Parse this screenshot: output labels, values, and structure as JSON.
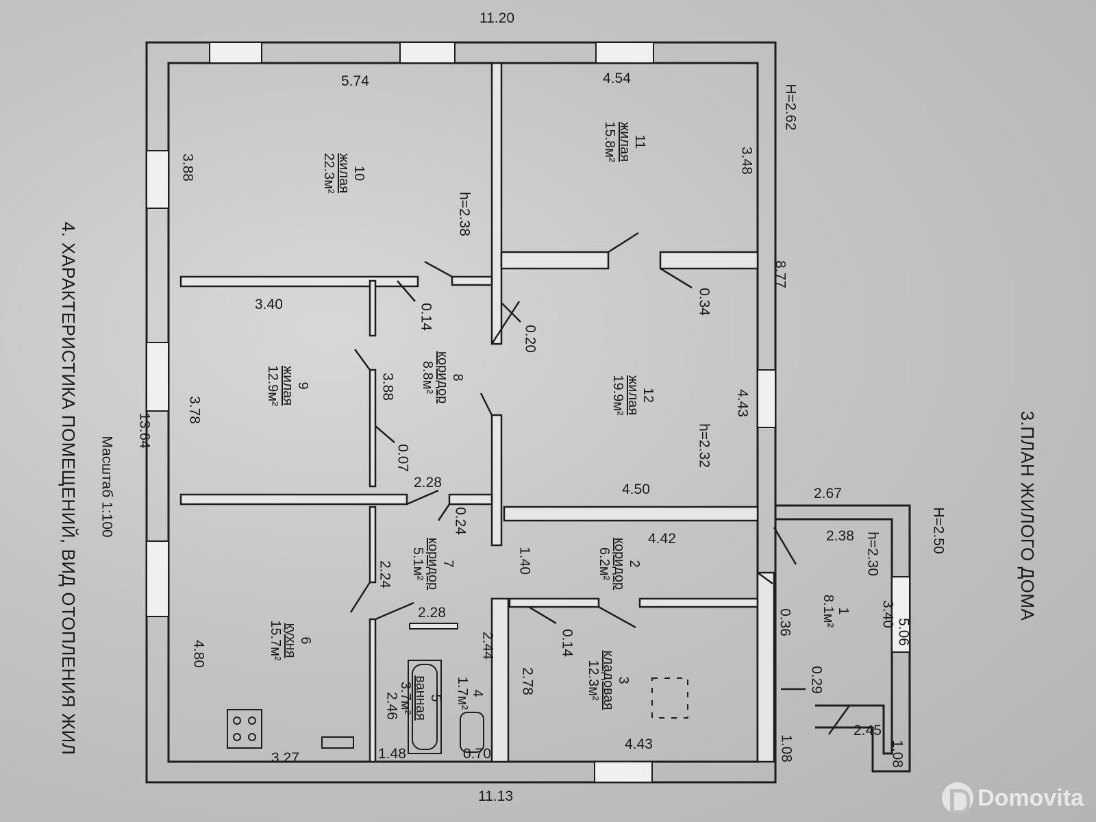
{
  "titles": {
    "plan_title": "3.ПЛАН ЖИЛОГО ДОМА",
    "section_title": "4. ХАРАКТЕРИСТИКА ПОМЕЩЕНИЙ, ВИД ОТОПЛЕНИЯ ЖИЛ",
    "scale": "Масштаб 1:100"
  },
  "heights": {
    "H_main": "H=2.62",
    "H_porch": "H=2.50",
    "h_room10": "h=2.38",
    "h_room12": "h=2.32",
    "h_room1": "h=2.30"
  },
  "overall_dims": {
    "top": "11.20",
    "bottom": "11.13",
    "left": "13.64",
    "right": "8.77",
    "porch_top": "2.67",
    "porch_right": "5.06"
  },
  "rooms": [
    {
      "num": "10",
      "name": "жилая",
      "area": "22.3м²"
    },
    {
      "num": "11",
      "name": "жилая",
      "area": "15.8м²"
    },
    {
      "num": "12",
      "name": "жилая",
      "area": "19.9м²"
    },
    {
      "num": "9",
      "name": "жилая",
      "area": "12.9м²"
    },
    {
      "num": "8",
      "name": "коридор",
      "area": "8.8м²"
    },
    {
      "num": "7",
      "name": "коридор",
      "area": "5.1м²"
    },
    {
      "num": "6",
      "name": "кухня",
      "area": "15.7м²"
    },
    {
      "num": "5",
      "name": "ванная",
      "area": "3.7м²"
    },
    {
      "num": "4",
      "name": "",
      "area": "1.7м²"
    },
    {
      "num": "3",
      "name": "кладовая",
      "area": "12.3м²"
    },
    {
      "num": "2",
      "name": "коридор",
      "area": "6.2м²"
    },
    {
      "num": "1",
      "name": "",
      "area": "8.1м²"
    }
  ],
  "dims": {
    "d574": "5.74",
    "d454": "4.54",
    "d388a": "3.88",
    "d348": "3.48",
    "d340a": "3.40",
    "d378": "3.78",
    "d388b": "3.88",
    "d014a": "0.14",
    "d020": "0.20",
    "d034": "0.34",
    "d443a": "4.43",
    "d450": "4.50",
    "d228a": "2.28",
    "d007": "0.07",
    "d024": "0.24",
    "d442": "4.42",
    "d140": "1.40",
    "d224": "2.24",
    "d228b": "2.28",
    "d244": "2.44",
    "d014b": "0.14",
    "d278": "2.78",
    "d480": "4.80",
    "d327": "3.27",
    "d148": "1.48",
    "d070": "0.70",
    "d246": "2.46",
    "d443b": "4.43",
    "d238": "2.38",
    "d036": "0.36",
    "d340b": "3.40",
    "d029": "0.29",
    "d245": "2.45",
    "d108a": "1.08",
    "d108b": "1.08"
  },
  "watermark": "Domovita"
}
